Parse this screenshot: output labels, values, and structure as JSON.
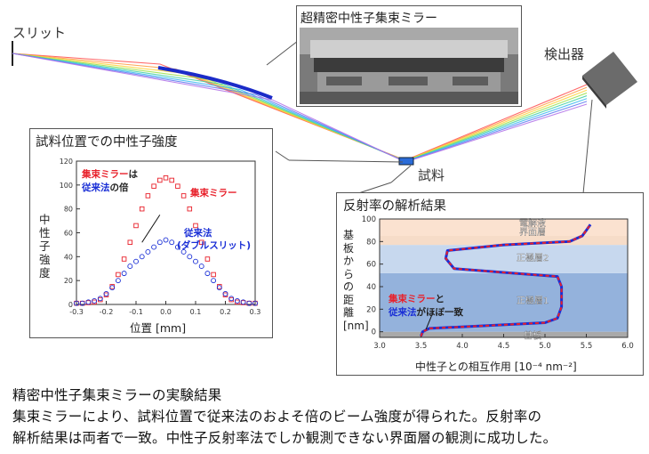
{
  "labels": {
    "slit": "スリット",
    "mirror_title": "超精密中性子集束ミラー",
    "detector": "検出器",
    "sample": "試料",
    "intensity_title": "試料位置での中性子強度",
    "reflect_title": "反射率の解析結果"
  },
  "intensity_panel": {
    "ylabel": "中性子強度",
    "xlabel": "位置 [mm]",
    "legend_line1_red": "集束ミラー",
    "legend_line1_black": "は",
    "legend_line2_blue": "従来法",
    "legend_line2_black": "の倍",
    "series_red_label": "集束ミラー",
    "series_blue_label": "従来法",
    "series_blue_sub": "(ダブルスリット)",
    "y_ticks": [
      "0",
      "20",
      "40",
      "60",
      "80",
      "100",
      "120"
    ],
    "x_ticks": [
      "-0.3",
      "-0.2",
      "-0.1",
      "0.0",
      "0.1",
      "0.2",
      "0.3"
    ]
  },
  "reflect_panel": {
    "ylabel": "基板からの距離 [nm]",
    "xlabel": "中性子との相互作用 [10⁻⁴ nm⁻²]",
    "y_ticks": [
      "0",
      "20",
      "40",
      "60",
      "80",
      "100"
    ],
    "x_ticks": [
      "3.0",
      "3.5",
      "4.0",
      "4.5",
      "5.0",
      "5.5",
      "6.0"
    ],
    "layers": [
      "電解液",
      "界面層",
      "正極層2",
      "正極層1",
      "基板"
    ],
    "legend_red": "集束ミラー",
    "legend_black1": "と",
    "legend_blue": "従来法",
    "legend_black2": "がほぼ一致"
  },
  "colors": {
    "red": "#e8202a",
    "blue": "#1a2fd6",
    "mirror_bar": "#1b2bc8"
  },
  "chart_data": [
    {
      "type": "scatter",
      "title": "試料位置での中性子強度",
      "xlabel": "位置 [mm]",
      "ylabel": "中性子強度",
      "xlim": [
        -0.3,
        0.3
      ],
      "ylim": [
        0,
        120
      ],
      "series": [
        {
          "name": "集束ミラー",
          "x": [
            -0.3,
            -0.28,
            -0.26,
            -0.24,
            -0.22,
            -0.2,
            -0.18,
            -0.16,
            -0.14,
            -0.12,
            -0.1,
            -0.08,
            -0.06,
            -0.04,
            -0.02,
            0.0,
            0.02,
            0.04,
            0.06,
            0.08,
            0.1,
            0.12,
            0.14,
            0.16,
            0.18,
            0.2,
            0.22,
            0.24,
            0.26,
            0.28,
            0.3
          ],
          "y": [
            1,
            1,
            1.5,
            2,
            4,
            8,
            15,
            25,
            38,
            52,
            66,
            80,
            91,
            99,
            104,
            106,
            104,
            99,
            91,
            80,
            66,
            52,
            38,
            25,
            15,
            8,
            4,
            2,
            1.5,
            1,
            1
          ]
        },
        {
          "name": "従来法 (ダブルスリット)",
          "x": [
            -0.3,
            -0.28,
            -0.26,
            -0.24,
            -0.22,
            -0.2,
            -0.18,
            -0.16,
            -0.14,
            -0.12,
            -0.1,
            -0.08,
            -0.06,
            -0.04,
            -0.02,
            0.0,
            0.02,
            0.04,
            0.06,
            0.08,
            0.1,
            0.12,
            0.14,
            0.16,
            0.18,
            0.2,
            0.22,
            0.24,
            0.26,
            0.28,
            0.3
          ],
          "y": [
            1,
            1,
            2,
            3,
            5,
            9,
            14,
            20,
            26,
            32,
            36,
            40,
            44,
            48,
            52,
            54,
            52,
            48,
            44,
            40,
            36,
            32,
            26,
            20,
            14,
            9,
            5,
            3,
            2,
            1,
            1
          ]
        }
      ]
    },
    {
      "type": "line",
      "title": "反射率の解析結果",
      "xlabel": "中性子との相互作用 [10⁻⁴ nm⁻²]",
      "ylabel": "基板からの距離 [nm]",
      "xlim": [
        3.0,
        6.0
      ],
      "ylim": [
        -5,
        100
      ],
      "series": [
        {
          "name": "集束ミラー",
          "x": [
            3.5,
            3.52,
            3.6,
            4.2,
            5.0,
            5.15,
            5.2,
            5.2,
            5.15,
            4.6,
            3.9,
            3.8,
            3.82,
            4.5,
            5.3,
            5.45,
            5.5,
            5.55
          ],
          "y": [
            -4,
            0,
            3,
            5,
            8,
            12,
            22,
            40,
            49,
            52,
            56,
            65,
            72,
            77,
            80,
            85,
            90,
            95
          ]
        },
        {
          "name": "従来法",
          "x": [
            3.5,
            3.52,
            3.6,
            4.2,
            5.0,
            5.15,
            5.2,
            5.2,
            5.15,
            4.6,
            3.9,
            3.8,
            3.82,
            4.5,
            5.3,
            5.45,
            5.5,
            5.55
          ],
          "y": [
            -4,
            0,
            3,
            5,
            8,
            12,
            22,
            40,
            49,
            52,
            56,
            65,
            72,
            77,
            80,
            85,
            90,
            95
          ]
        }
      ]
    }
  ],
  "caption": {
    "line1": "精密中性子集束ミラーの実験結果",
    "line2": "集束ミラーにより、試料位置で従来法のおよそ倍のビーム強度が得られた。反射率の",
    "line3": "解析結果は両者で一致。中性子反射率法でしか観測できない界面層の観測に成功した。"
  }
}
